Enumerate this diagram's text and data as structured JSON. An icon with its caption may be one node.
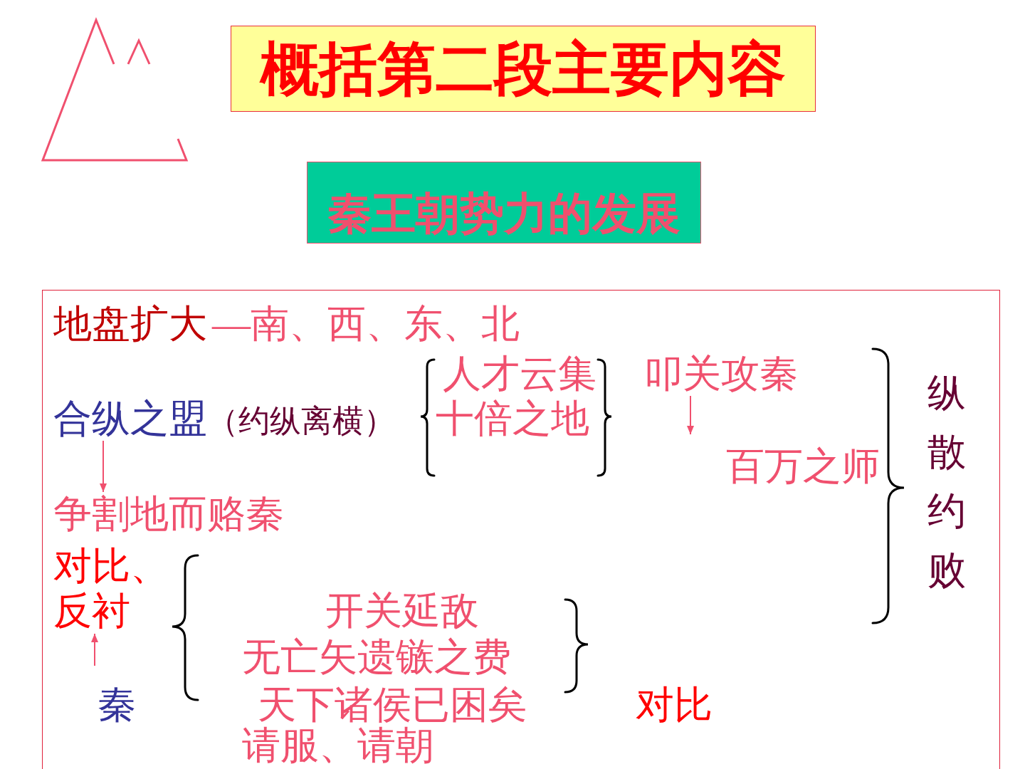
{
  "diagram": {
    "title": "概括第二段主要内容",
    "nodes": [
      {
        "text": [
          "秦王朝势力的发展"
        ]
      },
      {
        "text": [],
        "shape": "box"
      },
      {
        "text": [
          "合纵之盟",
          "（约纵离横）"
        ],
        "in": 1
      },
      {
        "text": [
          "争割地而赂秦"
        ],
        "in": 1
      },
      {
        "text": [
          "叩关攻秦"
        ],
        "in": 1
      },
      {
        "text": [
          "对比、反衬"
        ],
        "in": 1
      }
    ],
    "edges": [
      {
        "from": 2,
        "to": 3,
        "arrow": "to"
      },
      {
        "from": 4,
        "to": null,
        "arrow": "to"
      },
      {
        "from": null,
        "to": 5,
        "arrow": "to"
      }
    ],
    "labels": [
      "地盘扩大",
      "—南、西、东、北",
      "人才云集",
      "十倍之地",
      "百万之师",
      "纵散约败",
      "开关延敌",
      "无亡矢遗镞之费",
      "秦",
      "天下诸侯已困矣",
      "对比",
      "请服、请朝"
    ]
  }
}
